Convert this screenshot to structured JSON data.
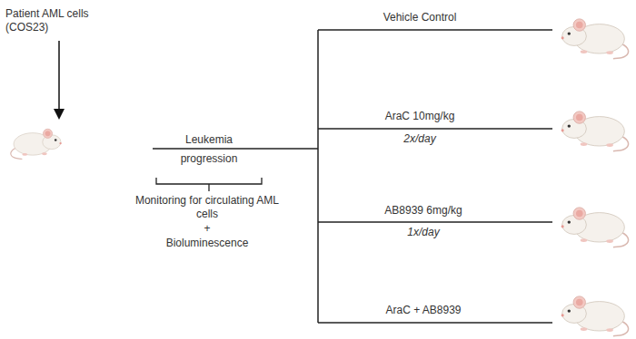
{
  "diagram": {
    "labels": [
      "Patient AML cells (COS23)",
      "Leukemia",
      "progression",
      "Monitoring for circulating AML cells",
      "+",
      "Bioluminescence",
      "Vehicle Control",
      "AraC 10mg/kg",
      "2x/day",
      "AB8939 6mg/kg",
      "1x/day",
      "AraC + AB8939"
    ]
  }
}
